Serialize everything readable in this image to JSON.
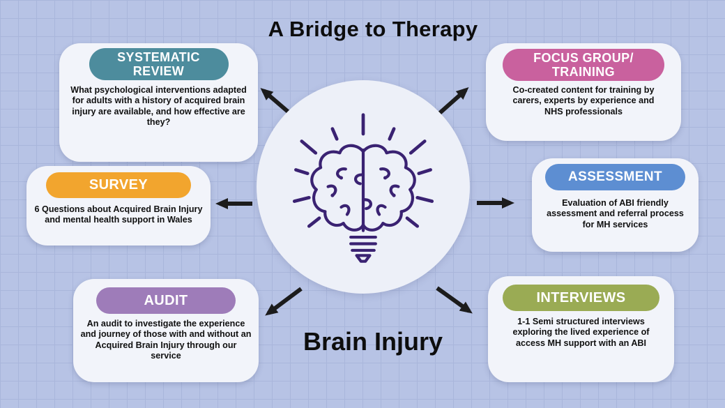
{
  "title": "A Bridge to Therapy",
  "center": {
    "label": "Brain Injury",
    "icon": "brain-lightbulb-icon"
  },
  "colors": {
    "background": "#b7c3e5",
    "grid_line": "#a9b6db",
    "card_background": "#f2f4fa",
    "center_circle": "#edf0f8",
    "arrow": "#1c1c1c",
    "bulb_outline": "#3a2272",
    "text": "#101010"
  },
  "cards": [
    {
      "id": "systematic-review",
      "label": "SYSTEMATIC\nREVIEW",
      "color": "#4d8c9d",
      "body": "What psychological interventions adapted for adults with a history of acquired brain injury are available, and how effective are they?"
    },
    {
      "id": "survey",
      "label": "SURVEY",
      "color": "#f2a52e",
      "body": "6 Questions about Acquired Brain Injury and mental health support in Wales"
    },
    {
      "id": "audit",
      "label": "AUDIT",
      "color": "#9e7cb9",
      "body": "An audit to investigate the experience and journey of those with and without an Acquired Brain Injury through our service"
    },
    {
      "id": "focus-group-training",
      "label": "FOCUS GROUP/\nTRAINING",
      "color": "#c9619e",
      "body": "Co-created content for training by carers, experts by experience and NHS professionals"
    },
    {
      "id": "assessment",
      "label": "ASSESSMENT",
      "color": "#5d8ed2",
      "body": "Evaluation of ABI friendly assessment and referral process for MH services"
    },
    {
      "id": "interviews",
      "label": "INTERVIEWS",
      "color": "#9aab54",
      "body": "1-1 Semi structured interviews exploring the lived experience of access MH support with an ABI"
    }
  ]
}
